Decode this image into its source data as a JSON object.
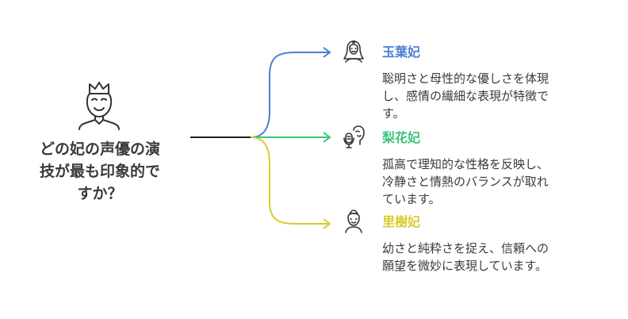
{
  "question": "どの妃の声優の演技が最も印象的ですか？",
  "question_lines": [
    "どの妃の声優の演",
    "技が最も印象的で",
    "すか？"
  ],
  "icons": {
    "center": "queen-crown-icon",
    "branch_1": "woman-veil-icon",
    "branch_2": "microphone-face-icon",
    "branch_3": "woman-hairpin-icon"
  },
  "colors": {
    "branch_1": "#4a7fd4",
    "branch_2": "#3cc47a",
    "branch_3": "#d9cb2a",
    "stem": "#222222"
  },
  "branches": [
    {
      "title": "玉葉妃",
      "desc_lines": [
        "聡明さと母性的な優しさを体現",
        "し、感情の繊細な表現が特徴で",
        "す。"
      ]
    },
    {
      "title": "梨花妃",
      "desc_lines": [
        "孤高で理知的な性格を反映し、",
        "冷静さと情熱のバランスが取れ",
        "ています。"
      ]
    },
    {
      "title": "里樹妃",
      "desc_lines": [
        "幼さと純粋さを捉え、信頼への",
        "願望を微妙に表現しています。"
      ]
    }
  ]
}
